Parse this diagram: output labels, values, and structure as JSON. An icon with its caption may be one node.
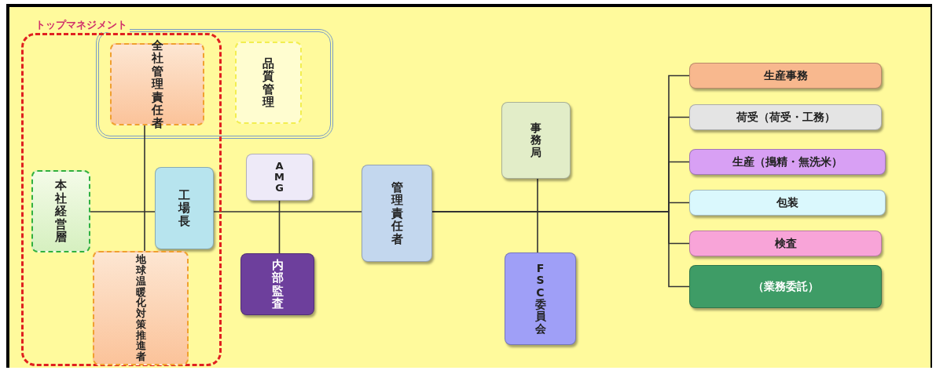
{
  "diagram": {
    "nodes": [
      {
        "text": [
          "トップマネジメント"
        ]
      },
      {
        "text": [],
        "shape": "box"
      },
      {
        "text": [
          "全社管理責任者"
        ]
      },
      {
        "text": [
          "品質管理"
        ],
        "in": 1
      },
      {
        "text": [
          "本社経営層"
        ],
        "in": 0
      },
      {
        "text": [
          "工場長"
        ],
        "in": 0
      },
      {
        "text": [
          "地球温暖化対策推進者"
        ],
        "in": 0
      },
      {
        "text": [
          "AMG"
        ]
      },
      {
        "text": [
          "内部監査"
        ]
      },
      {
        "text": [
          "管理責任者"
        ]
      },
      {
        "text": [
          "事務局"
        ]
      },
      {
        "text": [
          "FSC委員会"
        ]
      },
      {
        "text": [
          "生産事務"
        ]
      },
      {
        "text": [
          "荷受（荷受・工務）"
        ]
      },
      {
        "text": [
          "生産（搗精・無洗米）"
        ]
      },
      {
        "text": [
          "包装"
        ]
      },
      {
        "text": [
          "検査"
        ]
      },
      {
        "text": [
          "（業務委託）"
        ]
      }
    ],
    "edges": [
      {
        "from": 4,
        "to": 5,
        "arrow": "none"
      },
      {
        "from": 5,
        "to": 9,
        "arrow": "none"
      },
      {
        "from": 2,
        "to": 6,
        "arrow": "none"
      },
      {
        "from": 7,
        "to": 8,
        "arrow": "none"
      },
      {
        "from": 10,
        "to": 11,
        "arrow": "none"
      },
      {
        "from": 9,
        "to": 12,
        "arrow": "none"
      },
      {
        "from": 9,
        "to": 13,
        "arrow": "none"
      },
      {
        "from": 9,
        "to": 14,
        "arrow": "none"
      },
      {
        "from": 9,
        "to": 15,
        "arrow": "none"
      },
      {
        "from": 9,
        "to": 16,
        "arrow": "none"
      },
      {
        "from": 9,
        "to": 17,
        "arrow": "none"
      }
    ]
  }
}
